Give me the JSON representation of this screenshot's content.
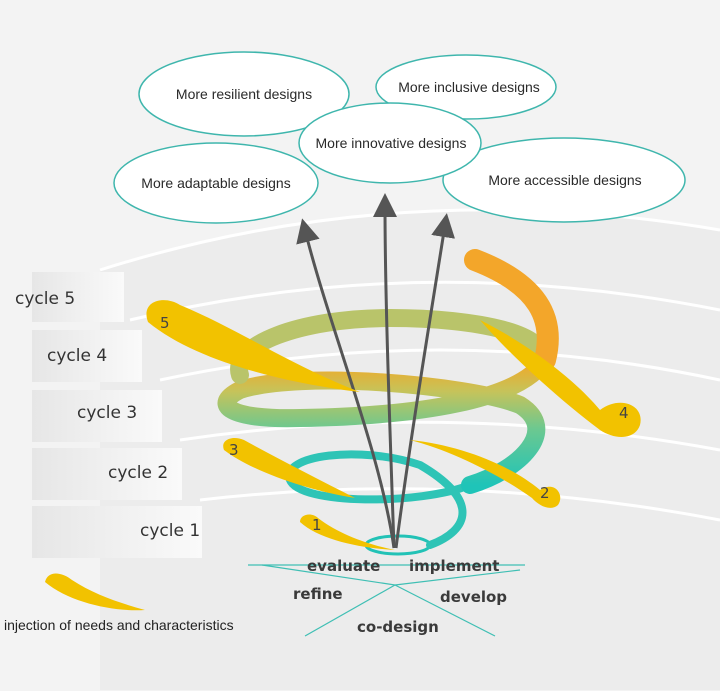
{
  "outcomes": {
    "resilient": "More resilient designs",
    "inclusive": "More inclusive designs",
    "innovative": "More innovative designs",
    "adaptable": "More adaptable designs",
    "accessible": "More accessible designs"
  },
  "cycles": [
    "cycle 5",
    "cycle 4",
    "cycle 3",
    "cycle 2",
    "cycle 1"
  ],
  "phases": {
    "evaluate": "evaluate",
    "implement": "implement",
    "refine": "refine",
    "develop": "develop",
    "codesign": "co-design"
  },
  "injections": [
    "1",
    "2",
    "3",
    "4",
    "5"
  ],
  "legend": {
    "label": "injection of needs and characteristics"
  },
  "colors": {
    "accent_yellow": "#f2c200",
    "teal": "#2ec4b6",
    "arrow": "#555555",
    "oval_stroke": "#3fb6ad"
  }
}
